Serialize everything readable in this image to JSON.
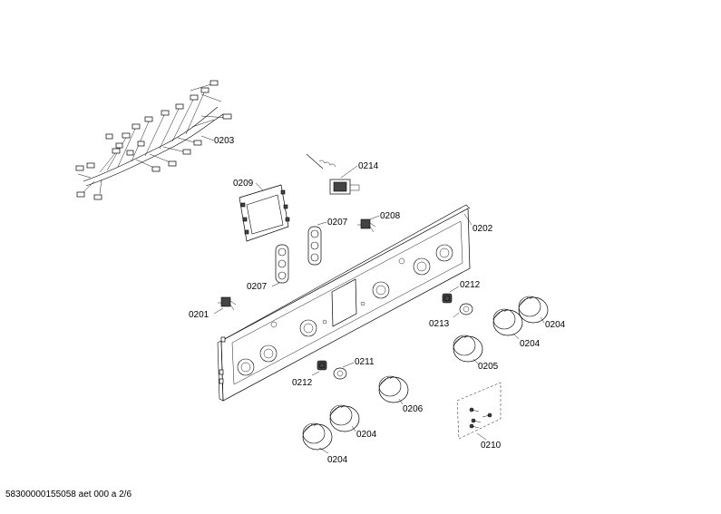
{
  "callouts": {
    "c0203": "0203",
    "c0214": "0214",
    "c0209": "0209",
    "c0207a": "0207",
    "c0208": "0208",
    "c0202": "0202",
    "c0207b": "0207",
    "c0201": "0201",
    "c0212a": "0212",
    "c0213": "0213",
    "c0204a": "0204",
    "c0204b": "0204",
    "c0205": "0205",
    "c0211": "0211",
    "c0212b": "0212",
    "c0206": "0206",
    "c0204c": "0204",
    "c0210": "0210",
    "c0204d": "0204"
  },
  "footer": {
    "document_id": "58300000155058 aet 000 a 2/6"
  }
}
